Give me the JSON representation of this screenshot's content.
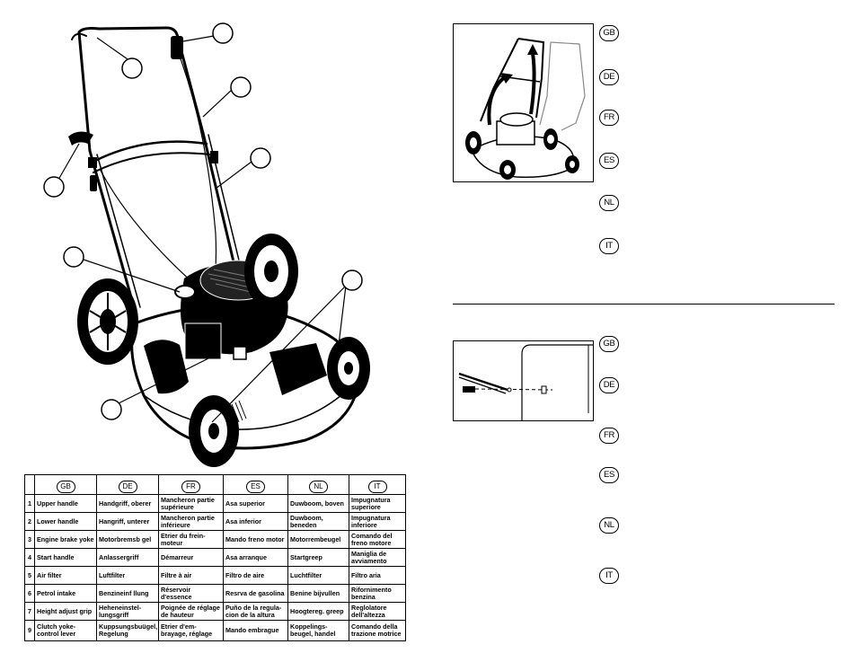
{
  "callouts": [
    "",
    "",
    "",
    "",
    "",
    "",
    "",
    ""
  ],
  "parts_table": {
    "languages": [
      "GB",
      "DE",
      "FR",
      "ES",
      "NL",
      "IT"
    ],
    "rows": [
      {
        "num": "1",
        "cells": [
          "Upper handle",
          "Handgriff, oberer",
          "Mancheron partie supérieure",
          "Asa superior",
          "Duwboom, boven",
          "Impugnatura superiore"
        ]
      },
      {
        "num": "2",
        "cells": [
          "Lower handle",
          "Hangriff, unterer",
          "Mancheron partie inférieure",
          "Asa inferior",
          "Duwboom, beneden",
          "Impugnatura inferiore"
        ]
      },
      {
        "num": "3",
        "cells": [
          "Engine brake yoke",
          "Motorbremsb gel",
          "Etrier du frein-moteur",
          "Mando freno motor",
          "Motorrembeugel",
          "Comando del freno motore"
        ]
      },
      {
        "num": "4",
        "cells": [
          "Start handle",
          "Anlassergriff",
          "Démarreur",
          "Asa arranque",
          "Startgreep",
          "Maniglia de avviamento"
        ]
      },
      {
        "num": "5",
        "cells": [
          "Air filter",
          "Luftfilter",
          "Filtre à air",
          "Filtro de aire",
          "Luchtfilter",
          "Filtro aria"
        ]
      },
      {
        "num": "6",
        "cells": [
          "Petrol intake",
          "Benzineinf llung",
          "Réservoir d'essence",
          "Resrva de gasolina",
          "Benine bijvullen",
          "Rifornimento benzina"
        ]
      },
      {
        "num": "7",
        "cells": [
          "Height adjust grip",
          "Heheneinstel-lungsgriff",
          "Poignée de réglage de hauteur",
          "Puño de la regula-cion de la altura",
          "Hoogtereg. greep",
          "Reglolatore dell'altezza"
        ]
      },
      {
        "num": "9",
        "cells": [
          "Clutch yoke-control lever",
          "Kuppsungsbuügel, Regelung",
          "Etrier d'em-brayage, réglage",
          "Mando embrague",
          "Koppelings-beugel, handel",
          "Comando della trazione motrice"
        ]
      }
    ]
  },
  "right_panel": {
    "top_languages": [
      "GB",
      "DE",
      "FR",
      "ES",
      "NL",
      "IT"
    ],
    "bottom_languages": [
      "GB",
      "DE",
      "FR",
      "ES",
      "NL",
      "IT"
    ]
  }
}
